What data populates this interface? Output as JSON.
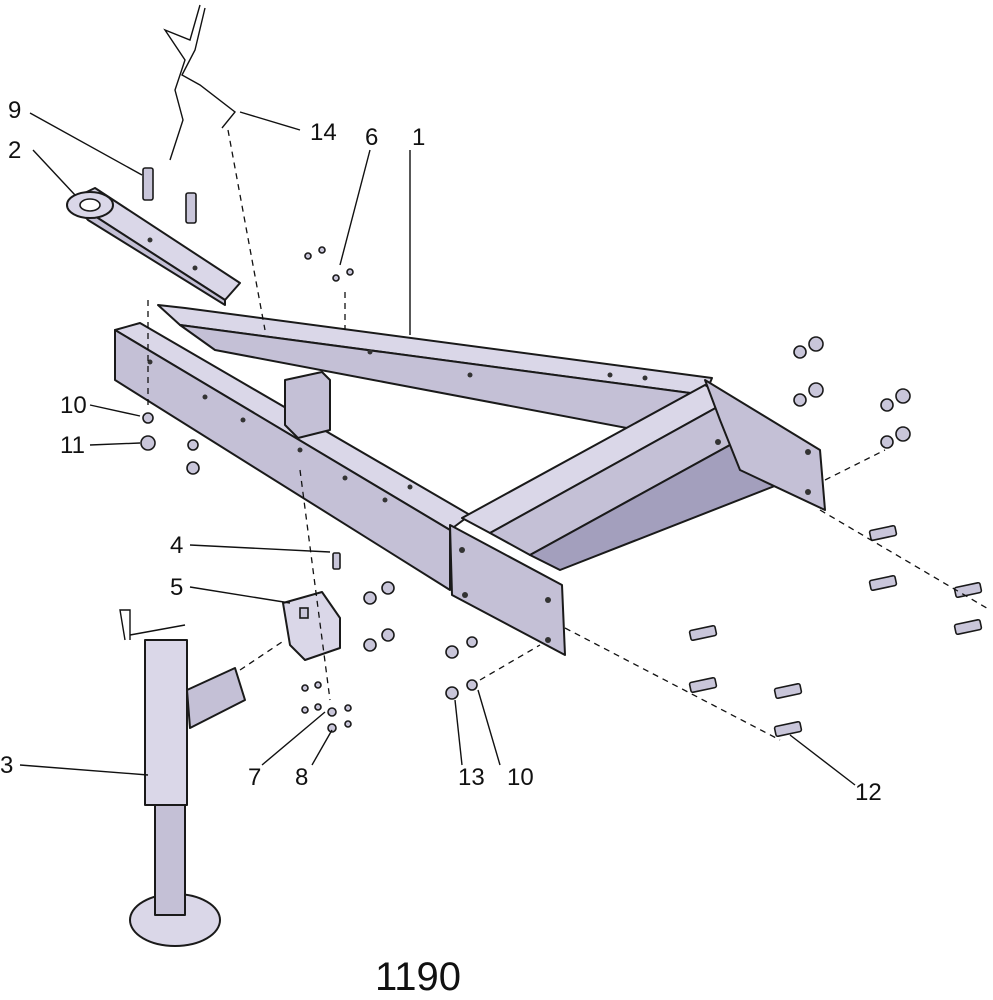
{
  "diagram": {
    "figure_number": "1190",
    "callouts": [
      {
        "id": "c1",
        "label": "1"
      },
      {
        "id": "c2",
        "label": "2"
      },
      {
        "id": "c3",
        "label": "3"
      },
      {
        "id": "c4",
        "label": "4"
      },
      {
        "id": "c5",
        "label": "5"
      },
      {
        "id": "c6",
        "label": "6"
      },
      {
        "id": "c7",
        "label": "7"
      },
      {
        "id": "c8",
        "label": "8"
      },
      {
        "id": "c9",
        "label": "9"
      },
      {
        "id": "c10a",
        "label": "10"
      },
      {
        "id": "c10b",
        "label": "10"
      },
      {
        "id": "c11",
        "label": "11"
      },
      {
        "id": "c12",
        "label": "12"
      },
      {
        "id": "c13",
        "label": "13"
      },
      {
        "id": "c14",
        "label": "14"
      }
    ]
  }
}
